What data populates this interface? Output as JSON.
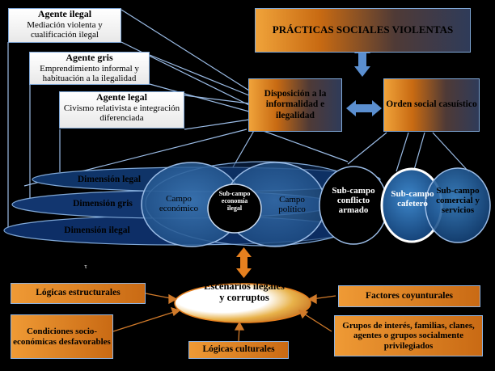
{
  "agents": [
    {
      "title": "Agente ilegal",
      "desc": "Mediación violenta y cualificación ilegal"
    },
    {
      "title": "Agente gris",
      "desc": "Emprendimiento informal y habituación a la ilegalidad"
    },
    {
      "title": "Agente  legal",
      "desc": "Civismo relativista e integración diferenciada"
    }
  ],
  "practicas": "PRÁCTICAS SOCIALES VIOLENTAS",
  "disposicion": "Disposición a la informalidad e ilegalidad",
  "orden": "Orden social casuístico",
  "dimensions": [
    "Dimensión legal",
    "Dimensión gris",
    "Dimensión ilegal"
  ],
  "campos": {
    "economico": "Campo económico",
    "subcampo_ilegal": "Sub-campo economía ilegal",
    "politico": "Campo político"
  },
  "subcampos": [
    "Sub-campo conflicto armado",
    "Sub-campo cafetero",
    "Sub-campo comercial y servicios"
  ],
  "small_mark": "τ",
  "escenarios": "Escenarios ilegales y corruptos",
  "factors": {
    "logicas_estructurales": "Lógicas estructurales",
    "condiciones": "Condiciones socio-económicas desfavorables",
    "logicas_culturales": "Lógicas culturales",
    "factores_coyunturales": "Factores coyunturales",
    "grupos": "Grupos de interés, familias, clanes, agentes o grupos socialmente  privilegiados"
  }
}
